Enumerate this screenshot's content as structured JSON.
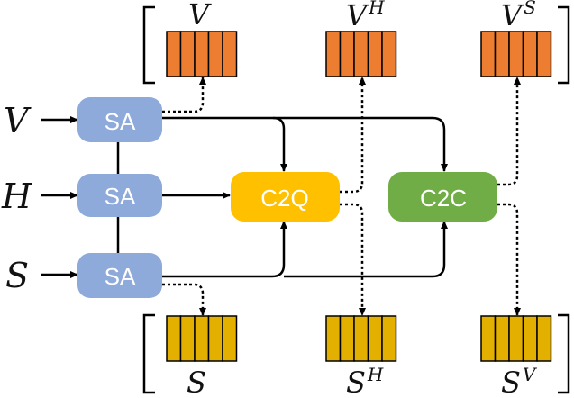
{
  "inputs": {
    "v": "V",
    "h": "H",
    "s": "S"
  },
  "modules": {
    "sa": "SA",
    "c2q": "C2Q",
    "c2c": "C2C"
  },
  "outputs_top": {
    "v": {
      "base": "V",
      "sup": ""
    },
    "vh": {
      "base": "V",
      "sup": "H"
    },
    "vs": {
      "base": "V",
      "sup": "S"
    }
  },
  "outputs_bottom": {
    "s": {
      "base": "S",
      "sup": ""
    },
    "sh": {
      "base": "S",
      "sup": "H"
    },
    "sv": {
      "base": "S",
      "sup": "V"
    }
  },
  "colors": {
    "sa": "#8eaadb",
    "c2q": "#ffc000",
    "c2c": "#70ad47",
    "top_cells": "#ed7d31",
    "bottom_cells": "#e3b000"
  }
}
